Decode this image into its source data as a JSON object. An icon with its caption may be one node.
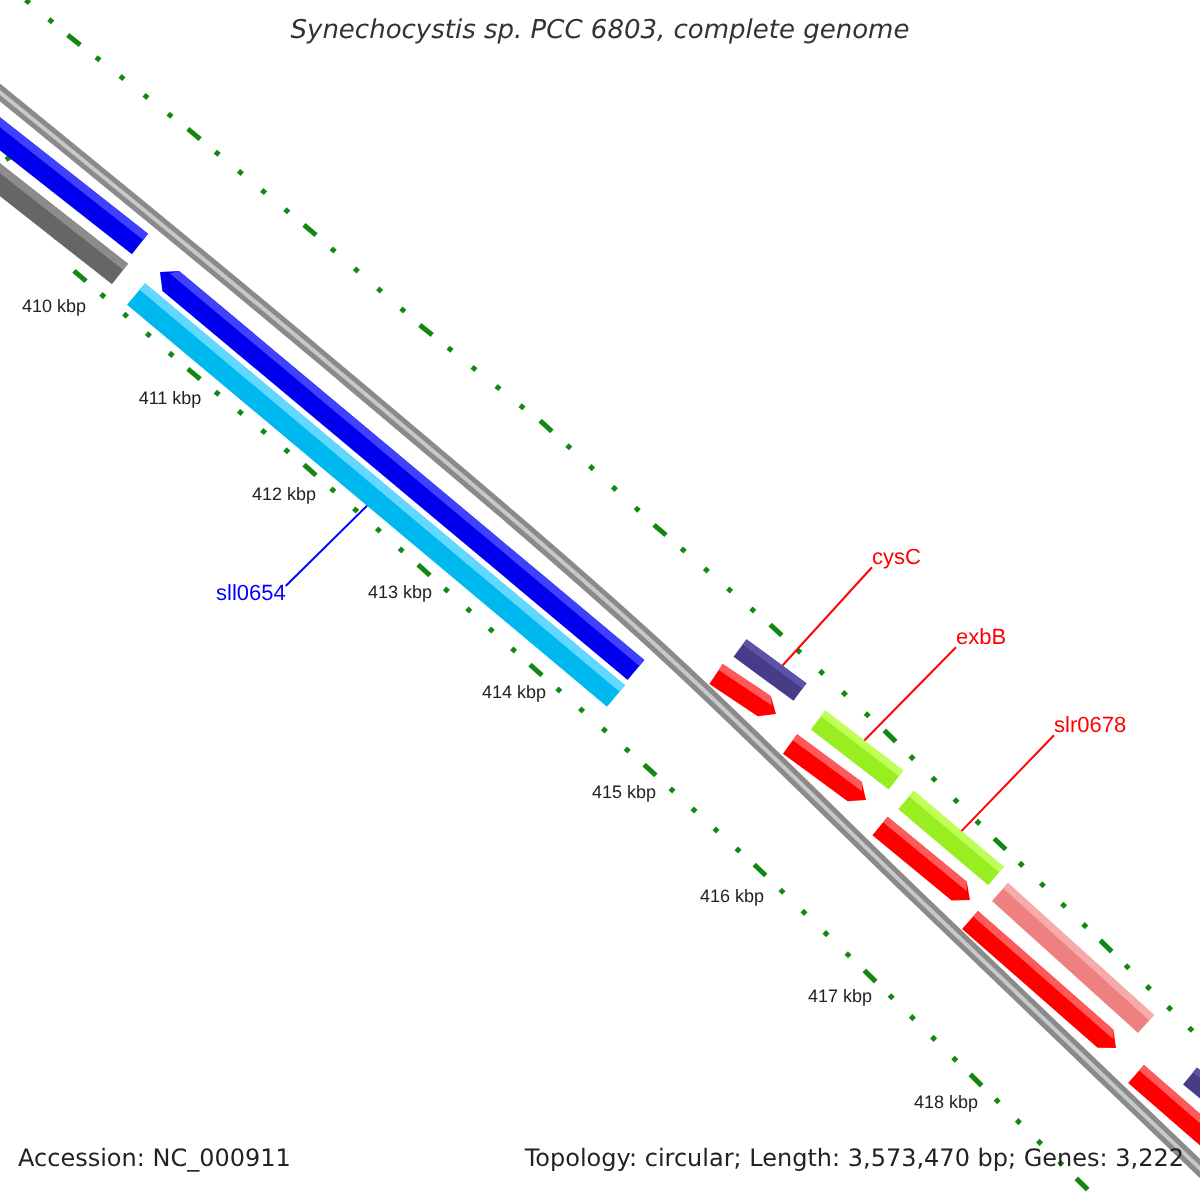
{
  "diagram": {
    "title": "Synechocystis sp. PCC 6803, complete genome",
    "nodes": [
      {
        "text": [
          "sll0654"
        ]
      },
      {
        "text": [],
        "shape": "bar"
      },
      {
        "text": [
          "cysC"
        ]
      },
      {
        "text": [],
        "shape": "bar"
      },
      {
        "text": [
          "exbB"
        ]
      },
      {
        "text": [],
        "shape": "bar"
      },
      {
        "text": [
          "slr0678"
        ]
      },
      {
        "text": [],
        "shape": "bar"
      }
    ],
    "edges": [
      {
        "from": 0,
        "to": 1,
        "arrow": "none",
        "color": "#0000ff"
      },
      {
        "from": 2,
        "to": 3,
        "arrow": "none"
      },
      {
        "from": 4,
        "to": 5,
        "arrow": "none"
      },
      {
        "from": 6,
        "to": 7,
        "arrow": "none"
      }
    ],
    "labels": [
      "410 kbp",
      "411 kbp",
      "412 kbp",
      "413 kbp",
      "414 kbp",
      "415 kbp",
      "416 kbp",
      "417 kbp",
      "418 kbp",
      "Accession: NC_000911",
      "Topology: circular; Length: 3,573,470 bp; Genes: 3,222"
    ]
  }
}
